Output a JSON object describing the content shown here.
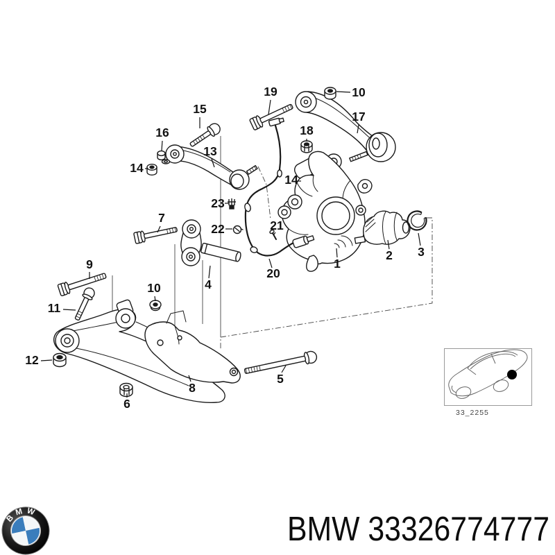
{
  "colors": {
    "line": "#1a1a1a",
    "bmw_blue": "#3a7dbc",
    "background": "#ffffff"
  },
  "diagram": {
    "callouts": [
      {
        "label": "1"
      },
      {
        "label": "2"
      },
      {
        "label": "3"
      },
      {
        "label": "4"
      },
      {
        "label": "5"
      },
      {
        "label": "6"
      },
      {
        "label": "7"
      },
      {
        "label": "8"
      },
      {
        "label": "9"
      },
      {
        "label": "10"
      },
      {
        "label": "10"
      },
      {
        "label": "11"
      },
      {
        "label": "12"
      },
      {
        "label": "13"
      },
      {
        "label": "14"
      },
      {
        "label": "14"
      },
      {
        "label": "15"
      },
      {
        "label": "16"
      },
      {
        "label": "17"
      },
      {
        "label": "18"
      },
      {
        "label": "19"
      },
      {
        "label": "20"
      },
      {
        "label": "21"
      },
      {
        "label": "22"
      },
      {
        "label": "23"
      }
    ]
  },
  "inset": {
    "caption": "33_2255"
  },
  "footer": {
    "label": "BMW 33326774777",
    "brand": "BMW",
    "part_number": "33326774777",
    "logo_letters": "BMW"
  }
}
